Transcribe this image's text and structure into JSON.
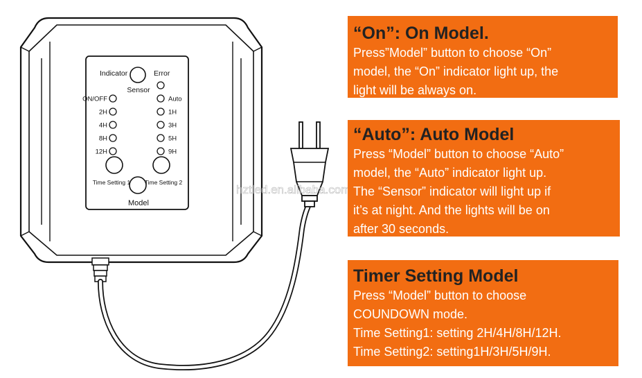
{
  "device": {
    "indicator_label": "Indicator",
    "sensor_label": "Sensor",
    "error_label": "Error",
    "left_indicators": [
      "ON/OFF",
      "2H",
      "4H",
      "8H",
      "12H"
    ],
    "right_indicators": [
      "Auto",
      "1H",
      "3H",
      "5H",
      "9H"
    ],
    "time_setting_1": "Time Setting 1",
    "time_setting_2": "Time Setting 2",
    "model_label": "Model"
  },
  "watermark": "hztled.en.alibaba.com",
  "panels": {
    "on": {
      "title": "“On”: On Model.",
      "lines": [
        "Press”Model” button to choose “On”",
        "model, the “On” indicator light up, the",
        "light will be always on."
      ]
    },
    "auto": {
      "title": "“Auto”: Auto Model",
      "lines": [
        "Press “Model” button to choose “Auto”",
        "model, the “Auto” indicator light up.",
        "The “Sensor” indicator will light up if",
        "it’s at night. And the lights will be on",
        "after 30 seconds."
      ]
    },
    "timer": {
      "title": "Timer Setting Model",
      "lines": [
        "Press “Model” button to choose",
        "COUNDOWN mode.",
        "Time Setting1: setting 2H/4H/8H/12H.",
        "Time Setting2: setting1H/3H/5H/9H."
      ]
    }
  },
  "colors": {
    "panel_bg": "#f26d12",
    "panel_title": "#222222",
    "panel_text": "#ffffff"
  }
}
